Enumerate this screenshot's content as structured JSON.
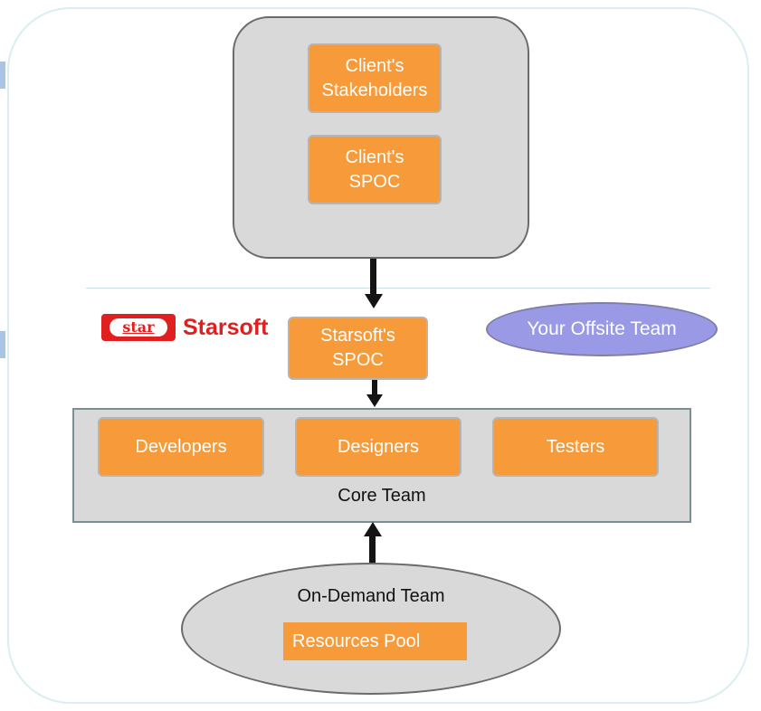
{
  "nodes": {
    "client_stakeholders": "Client's\nStakeholders",
    "client_spoc": "Client's\nSPOC",
    "starsoft_spoc": "Starsoft's\nSPOC",
    "offsite_team": "Your Offsite Team",
    "developers": "Developers",
    "designers": "Designers",
    "testers": "Testers",
    "core_team": "Core Team",
    "on_demand_team": "On-Demand Team",
    "resources_pool": "Resources Pool"
  },
  "logo": {
    "badge": "star",
    "name": "Starsoft"
  },
  "colors": {
    "orange": "#f79a3a",
    "gray": "#d9d9d9",
    "purple": "#9999e6",
    "logo_red": "#e02020"
  }
}
